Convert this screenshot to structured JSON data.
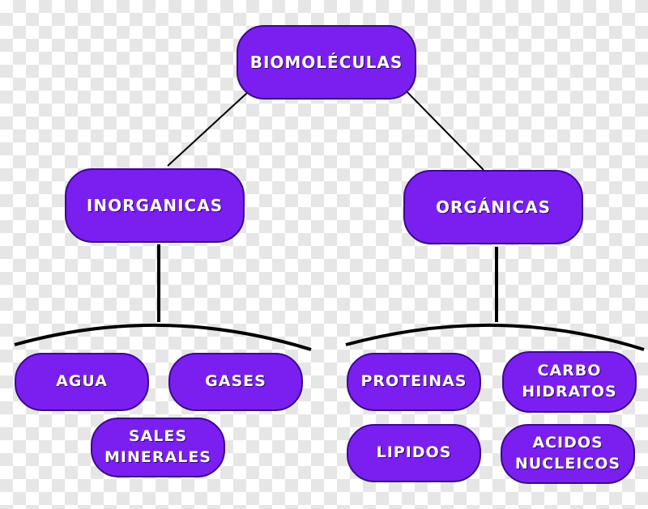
{
  "root": {
    "label": "BIOMOLÉCULAS"
  },
  "branches": {
    "inorganicas": {
      "label": "INORGANICAS",
      "children": [
        "AGUA",
        "GASES",
        "SALES\nMINERALES"
      ]
    },
    "organicas": {
      "label": "ORGÁNICAS",
      "children": [
        "PROTEINAS",
        "CARBO\nHIDRATOS",
        "LIPIDOS",
        "ACIDOS\nNUCLEICOS"
      ]
    }
  },
  "colors": {
    "node_fill": "#7a1ff0",
    "node_border": "#3a0a8a",
    "connector": "#000000"
  }
}
